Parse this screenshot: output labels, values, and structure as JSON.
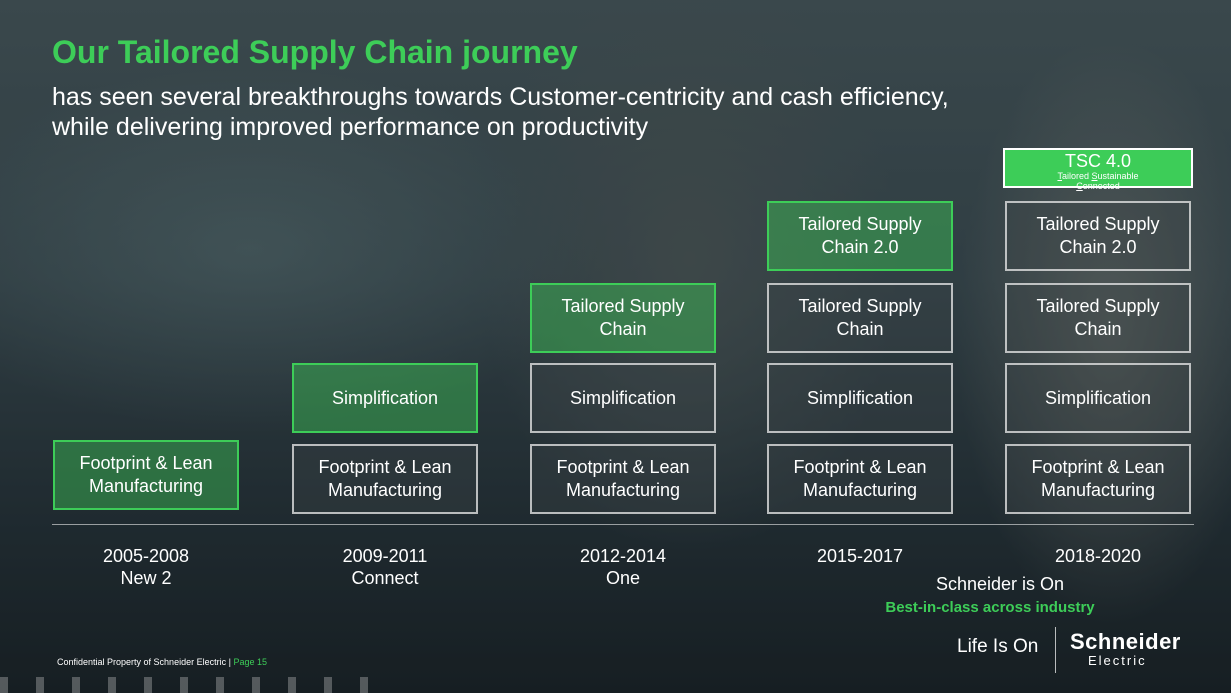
{
  "title": "Our Tailored Supply Chain journey",
  "subtitle": "has seen several breakthroughs towards Customer-centricity and cash efficiency, while delivering improved performance on productivity",
  "colors": {
    "accent": "#3dcd58",
    "text": "#ffffff"
  },
  "tsc": {
    "title": "TSC 4.0",
    "sub_t_initial": "T",
    "sub_t_rest": "ailored ",
    "sub_s_initial": "S",
    "sub_s_rest": "ustainable",
    "sub_c_initial": "C",
    "sub_c_rest": "onnected"
  },
  "columns": [
    {
      "period": "2005-2008",
      "label": "New 2",
      "footprint": "Footprint & Lean\nManufacturing"
    },
    {
      "period": "2009-2011",
      "label": "Connect",
      "footprint": "Footprint & Lean\nManufacturing",
      "simplification": "Simplification"
    },
    {
      "period": "2012-2014",
      "label": "One",
      "footprint": "Footprint & Lean\nManufacturing",
      "simplification": "Simplification",
      "tsc": "Tailored Supply\nChain"
    },
    {
      "period": "2015-2017",
      "label": "",
      "footprint": "Footprint & Lean\nManufacturing",
      "simplification": "Simplification",
      "tsc": "Tailored Supply\nChain",
      "tsc2": "Tailored Supply\nChain 2.0"
    },
    {
      "period": "2018-2020",
      "label": "",
      "footprint": "Footprint & Lean\nManufacturing",
      "simplification": "Simplification",
      "tsc": "Tailored Supply\nChain",
      "tsc2": "Tailored Supply\nChain 2.0"
    }
  ],
  "tagline": "Schneider is On",
  "best_in_class": "Best-in-class across industry",
  "footer": {
    "text": "Confidential Property of Schneider Electric | ",
    "page": "Page 15"
  },
  "brand": {
    "life_is_on": "Life Is On",
    "logo_main": "Schneider",
    "logo_sub": "Electric"
  }
}
